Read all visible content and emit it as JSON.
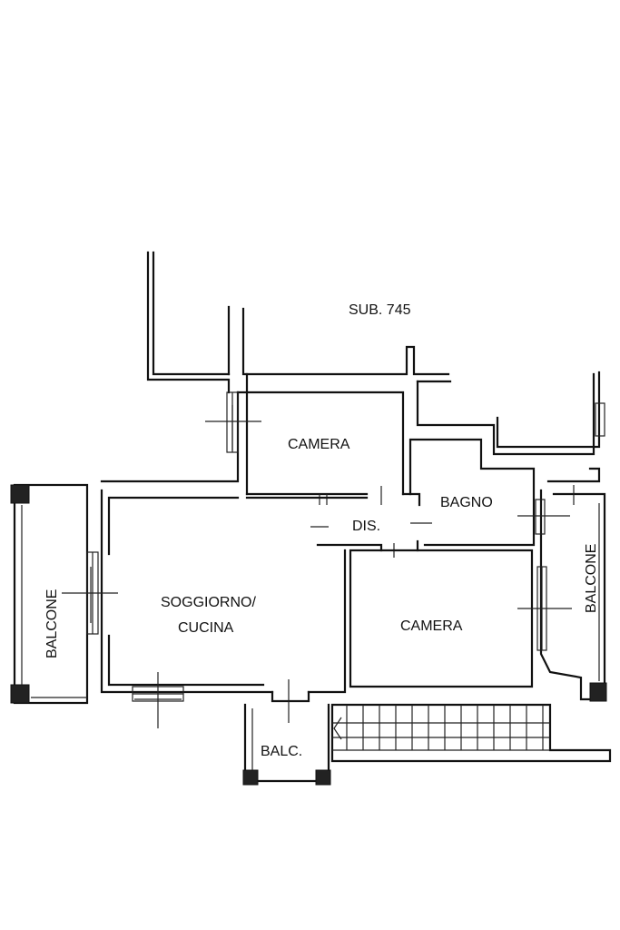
{
  "labels": {
    "sub": "SUB. 745",
    "camera_top": "CAMERA",
    "bagno": "BAGNO",
    "dis": "DIS.",
    "soggiorno_line1": "SOGGIORNO/",
    "soggiorno_line2": "CUCINA",
    "camera_right": "CAMERA",
    "balcone_left": "BALCONE",
    "balcone_right": "BALCONE",
    "balc": "BALC."
  }
}
